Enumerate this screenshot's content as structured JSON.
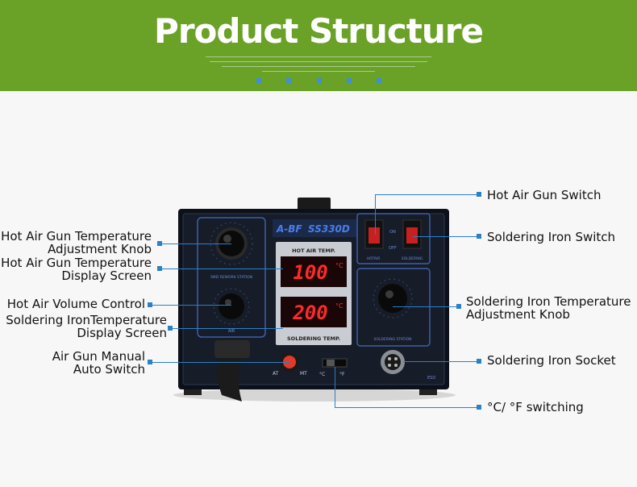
{
  "header": {
    "title": "Product Structure"
  },
  "product": {
    "brand": "A-BF",
    "model": "SS330D",
    "hot_air_temp_label": "HOT AIR TEMP.",
    "hot_air_temp_value": "100",
    "hot_air_temp_unit": "°C",
    "soldering_temp_label": "SOLDERING TEMP.",
    "soldering_temp_value": "200",
    "soldering_temp_unit": "°C",
    "smd_station_label": "SMD REWORK STATION",
    "air_label": "AIR",
    "soldering_station_label": "SOLDERING STATION",
    "hotair_switch_label": "HOTAIR",
    "soldering_switch_label": "SOLDERING",
    "on_label": "ON",
    "off_label": "OFF",
    "at_label": "AT",
    "mt_label": "MT",
    "c_label": "°C",
    "f_label": "°F",
    "esd_label": "ESD"
  },
  "labels": {
    "hot_air_gun_switch": "Hot Air Gun Switch",
    "soldering_iron_switch": "Soldering Iron Switch",
    "soldering_iron_temp_knob_1": "Soldering Iron  Temperature",
    "soldering_iron_temp_knob_2": "Adjustment Knob",
    "soldering_iron_socket": "Soldering Iron Socket",
    "c_f_switching": "°C/ °F switching",
    "hot_air_gun_temp_knob_1": "Hot Air Gun Temperature",
    "hot_air_gun_temp_knob_2": "Adjustment Knob",
    "hot_air_gun_temp_display_1": "Hot Air Gun Temperature",
    "hot_air_gun_temp_display_2": "Display Screen",
    "hot_air_volume_control": "Hot Air Volume Control",
    "soldering_iron_temp_display_1": "Soldering IronTemperature",
    "soldering_iron_temp_display_2": "Display Screen",
    "air_gun_manual_auto_1": "Air Gun Manual",
    "air_gun_manual_auto_2": "Auto  Switch"
  },
  "colors": {
    "banner": "#6aa127",
    "callout": "#2b80c8",
    "led": "#ff2a2a",
    "panel": "#151a24"
  }
}
